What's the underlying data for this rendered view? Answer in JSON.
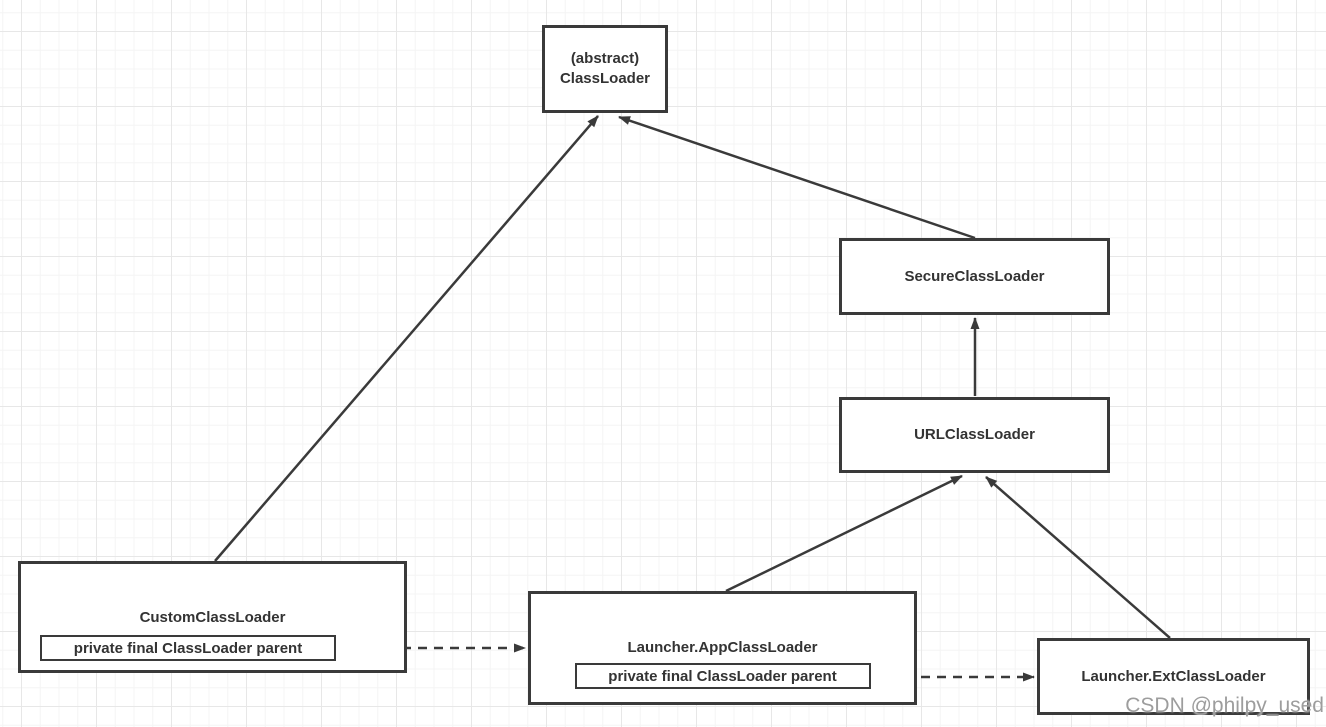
{
  "diagram": {
    "nodes": {
      "classloader": {
        "title_line1": "(abstract)",
        "title_line2": "ClassLoader"
      },
      "secureclassloader": {
        "title": "SecureClassLoader"
      },
      "urlclassloader": {
        "title": "URLClassLoader"
      },
      "customclassloader": {
        "title": "CustomClassLoader",
        "field": "private final ClassLoader parent"
      },
      "appclassloader": {
        "title": "Launcher.AppClassLoader",
        "field": "private final ClassLoader parent"
      },
      "extclassloader": {
        "title": "Launcher.ExtClassLoader"
      }
    },
    "edges": [
      {
        "from": "CustomClassLoader",
        "to": "ClassLoader",
        "style": "solid-arrow"
      },
      {
        "from": "SecureClassLoader",
        "to": "ClassLoader",
        "style": "solid-arrow"
      },
      {
        "from": "URLClassLoader",
        "to": "SecureClassLoader",
        "style": "solid-arrow"
      },
      {
        "from": "Launcher.AppClassLoader",
        "to": "URLClassLoader",
        "style": "solid-arrow"
      },
      {
        "from": "Launcher.ExtClassLoader",
        "to": "URLClassLoader",
        "style": "solid-arrow"
      },
      {
        "from": "CustomClassLoader.parent",
        "to": "Launcher.AppClassLoader",
        "style": "dashed-arrow"
      },
      {
        "from": "Launcher.AppClassLoader.parent",
        "to": "Launcher.ExtClassLoader",
        "style": "dashed-arrow"
      }
    ],
    "watermark": "CSDN @philpy_used",
    "colors": {
      "stroke": "#3a3a3a",
      "text": "#333333",
      "watermark": "#9d9d9d",
      "background": "#ffffff",
      "grid_minor": "#f4f4f4",
      "grid_major": "#e7e7e7"
    }
  }
}
